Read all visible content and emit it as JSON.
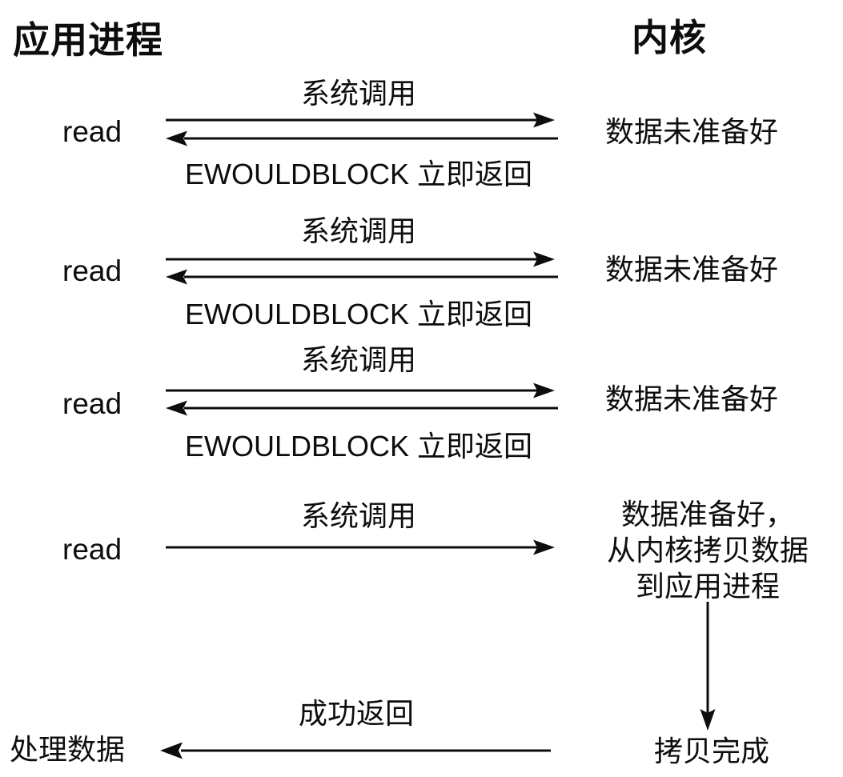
{
  "diagram": {
    "app_header": "应用进程",
    "kernel_header": "内核",
    "rounds": [
      {
        "read": "read",
        "syscall": "系统调用",
        "reply": "EWOULDBLOCK 立即返回",
        "kernel_status": "数据未准备好"
      },
      {
        "read": "read",
        "syscall": "系统调用",
        "reply": "EWOULDBLOCK 立即返回",
        "kernel_status": "数据未准备好"
      },
      {
        "read": "read",
        "syscall": "系统调用",
        "reply": "EWOULDBLOCK 立即返回",
        "kernel_status": "数据未准备好"
      }
    ],
    "final": {
      "read": "read",
      "syscall": "系统调用",
      "kernel_status_lines": [
        "数据准备好，",
        "从内核拷贝数据",
        "到应用进程"
      ],
      "copy_done": "拷贝完成",
      "return_reply": "成功返回",
      "app_result": "处理数据"
    }
  }
}
